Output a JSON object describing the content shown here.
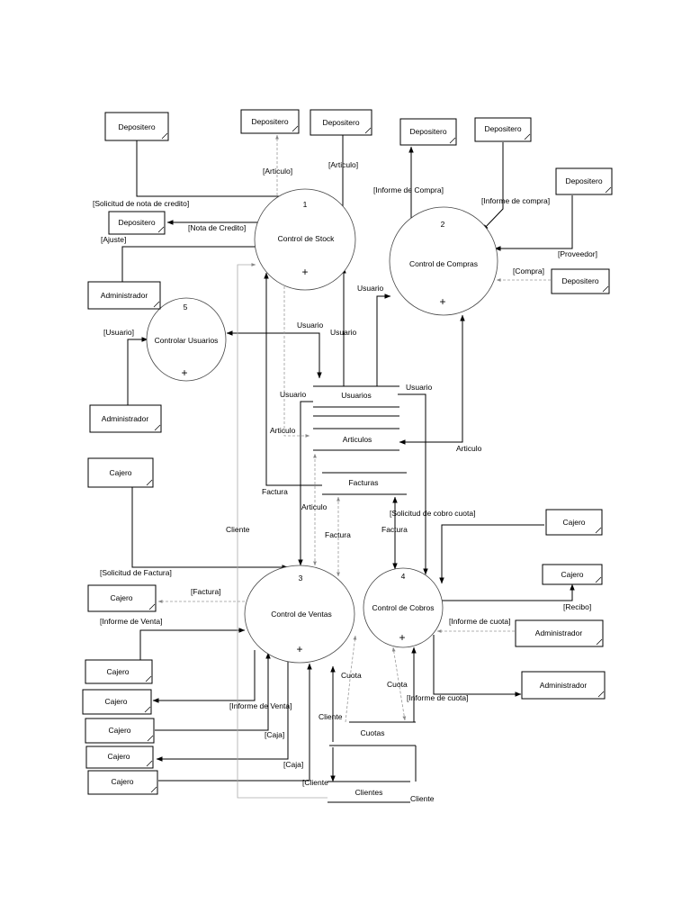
{
  "processes": [
    {
      "id": "stock",
      "number": "1",
      "name": "Control de Stock",
      "marker": "+"
    },
    {
      "id": "compras",
      "number": "2",
      "name": "Control de Compras",
      "marker": "+"
    },
    {
      "id": "ventas",
      "number": "3",
      "name": "Control de Ventas",
      "marker": "+"
    },
    {
      "id": "cobros",
      "number": "4",
      "name": "Control de Cobros",
      "marker": "+"
    },
    {
      "id": "usuarios",
      "number": "5",
      "name": "Controlar Usuarios",
      "marker": "+"
    }
  ],
  "entities": [
    {
      "id": "dep1",
      "label": "Depositero"
    },
    {
      "id": "dep2",
      "label": "Depositero"
    },
    {
      "id": "dep3",
      "label": "Depositero"
    },
    {
      "id": "dep4",
      "label": "Depositero"
    },
    {
      "id": "dep5",
      "label": "Depositero"
    },
    {
      "id": "dep6",
      "label": "Depositero"
    },
    {
      "id": "dep7",
      "label": "Depositero"
    },
    {
      "id": "dep8",
      "label": "Depositero"
    },
    {
      "id": "adm1",
      "label": "Administrador"
    },
    {
      "id": "adm2",
      "label": "Administrador"
    },
    {
      "id": "adm3",
      "label": "Administrador"
    },
    {
      "id": "adm4",
      "label": "Administrador"
    },
    {
      "id": "caj1",
      "label": "Cajero"
    },
    {
      "id": "caj2",
      "label": "Cajero"
    },
    {
      "id": "caj3",
      "label": "Cajero"
    },
    {
      "id": "caj4",
      "label": "Cajero"
    },
    {
      "id": "caj5",
      "label": "Cajero"
    },
    {
      "id": "caj6",
      "label": "Cajero"
    },
    {
      "id": "caj7",
      "label": "Cajero"
    },
    {
      "id": "caj8",
      "label": "Cajero"
    },
    {
      "id": "caj9",
      "label": "Cajero"
    }
  ],
  "datastores": [
    {
      "id": "ds_usuarios",
      "label": "Usuarios"
    },
    {
      "id": "ds_articulos",
      "label": "Articulos"
    },
    {
      "id": "ds_facturas",
      "label": "Facturas"
    },
    {
      "id": "ds_cuotas",
      "label": "Cuotas"
    },
    {
      "id": "ds_clientes",
      "label": "Clientes"
    }
  ],
  "flows": [
    {
      "id": "f_articulo_top",
      "label": "[Articulo]"
    },
    {
      "id": "f_articulo_dep3",
      "label": "[Articulo]"
    },
    {
      "id": "f_sol_nota",
      "label": "[Solicitud de nota de credito]"
    },
    {
      "id": "f_nota_credito",
      "label": "[Nota de Credito]"
    },
    {
      "id": "f_ajuste",
      "label": "[Ajuste]"
    },
    {
      "id": "f_inf_compra1",
      "label": "[Informe de Compra]"
    },
    {
      "id": "f_inf_compra2",
      "label": "[Informe de compra]"
    },
    {
      "id": "f_proveedor",
      "label": "[Proveedor]"
    },
    {
      "id": "f_compra",
      "label": "[Compra]"
    },
    {
      "id": "f_usuario_compras",
      "label": "Usuario"
    },
    {
      "id": "f_usuario_5",
      "label": "Usuario"
    },
    {
      "id": "f_usuario_stock",
      "label": "Usuario"
    },
    {
      "id": "f_usuario_bracket",
      "label": "[Usuario]"
    },
    {
      "id": "f_usuario_left",
      "label": "Usuario"
    },
    {
      "id": "f_usuario_right",
      "label": "Usuario"
    },
    {
      "id": "f_articulo_stock",
      "label": "Articulo"
    },
    {
      "id": "f_articulo_compras",
      "label": "Articulo"
    },
    {
      "id": "f_factura_stock",
      "label": "Factura"
    },
    {
      "id": "f_articulo_ventas",
      "label": "Articulo"
    },
    {
      "id": "f_sol_cobro",
      "label": "[Solicitud de cobro cuota]"
    },
    {
      "id": "f_factura_ventas",
      "label": "Factura"
    },
    {
      "id": "f_factura_cobros",
      "label": "Factura"
    },
    {
      "id": "f_cliente_left",
      "label": "Cliente"
    },
    {
      "id": "f_sol_factura",
      "label": "[Solicitud de Factura]"
    },
    {
      "id": "f_factura_caj",
      "label": "[Factura]"
    },
    {
      "id": "f_inf_venta1",
      "label": "[Informe de Venta]"
    },
    {
      "id": "f_inf_venta2",
      "label": "[Informe de Venta]"
    },
    {
      "id": "f_caja1",
      "label": "[Caja]"
    },
    {
      "id": "f_caja2",
      "label": "[Caja]"
    },
    {
      "id": "f_cliente_bracket",
      "label": "[Cliente"
    },
    {
      "id": "f_recibo",
      "label": "[Recibo]"
    },
    {
      "id": "f_inf_cuota1",
      "label": "[Informe de cuota]"
    },
    {
      "id": "f_inf_cuota2",
      "label": "[Informe de cuota]"
    },
    {
      "id": "f_cuota_ventas",
      "label": "Cuota"
    },
    {
      "id": "f_cuota_cobros",
      "label": "Cuota"
    },
    {
      "id": "f_cliente_ventas",
      "label": "Cliente"
    },
    {
      "id": "f_cliente_bottom",
      "label": "Cliente"
    }
  ]
}
